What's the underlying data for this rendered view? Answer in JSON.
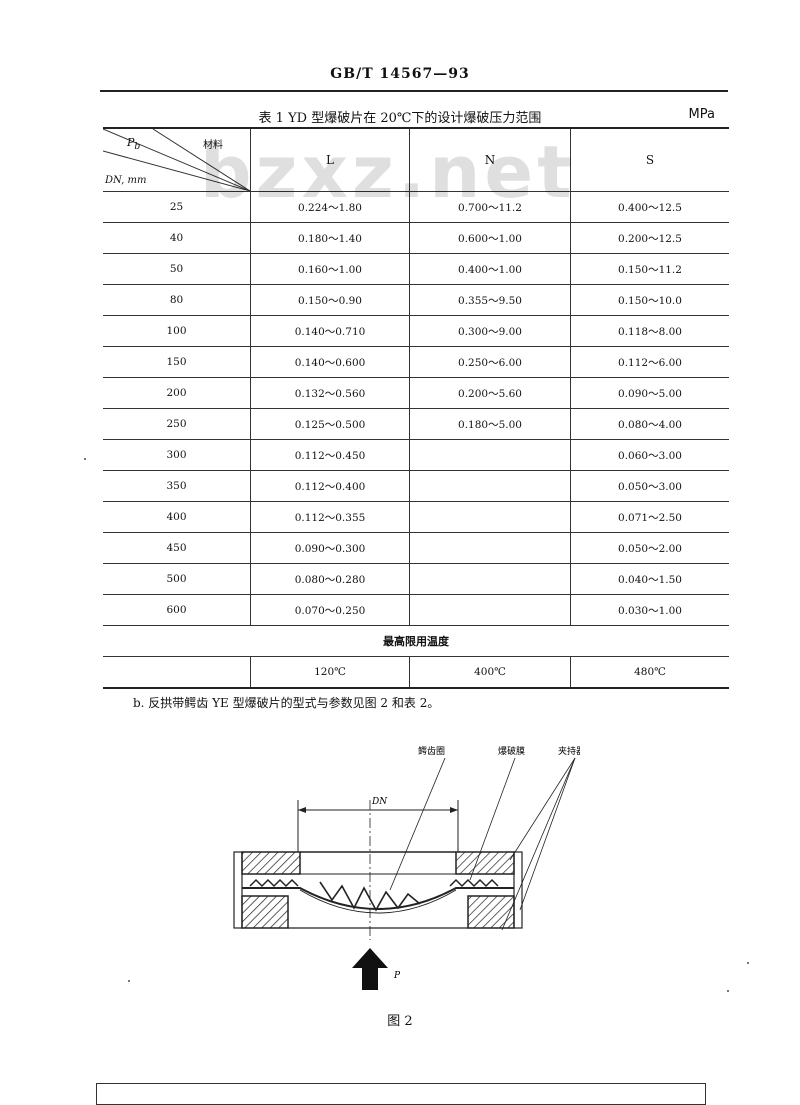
{
  "header": {
    "standard_number": "GB/T 14567—93"
  },
  "table": {
    "caption": "表 1   YD 型爆破片在 20℃下的设计爆破压力范围",
    "unit": "MPa",
    "corner": {
      "pressure_label": "P",
      "pressure_sub": "b",
      "material_label": "材料",
      "dn_label": "DN, mm"
    },
    "columns": [
      "L",
      "N",
      "S"
    ],
    "rows": [
      {
        "dn": "25",
        "L": "0.224～1.80",
        "N": "0.700～11.2",
        "S": "0.400～12.5"
      },
      {
        "dn": "40",
        "L": "0.180～1.40",
        "N": "0.600～1.00",
        "S": "0.200～12.5"
      },
      {
        "dn": "50",
        "L": "0.160～1.00",
        "N": "0.400～1.00",
        "S": "0.150～11.2"
      },
      {
        "dn": "80",
        "L": "0.150～0.90",
        "N": "0.355～9.50",
        "S": "0.150～10.0"
      },
      {
        "dn": "100",
        "L": "0.140～0.710",
        "N": "0.300～9.00",
        "S": "0.118～8.00"
      },
      {
        "dn": "150",
        "L": "0.140～0.600",
        "N": "0.250～6.00",
        "S": "0.112～6.00"
      },
      {
        "dn": "200",
        "L": "0.132～0.560",
        "N": "0.200～5.60",
        "S": "0.090～5.00"
      },
      {
        "dn": "250",
        "L": "0.125～0.500",
        "N": "0.180～5.00",
        "S": "0.080～4.00"
      },
      {
        "dn": "300",
        "L": "0.112～0.450",
        "N": "",
        "S": "0.060～3.00"
      },
      {
        "dn": "350",
        "L": "0.112～0.400",
        "N": "",
        "S": "0.050～3.00"
      },
      {
        "dn": "400",
        "L": "0.112～0.355",
        "N": "",
        "S": "0.071～2.50"
      },
      {
        "dn": "450",
        "L": "0.090～0.300",
        "N": "",
        "S": "0.050～2.00"
      },
      {
        "dn": "500",
        "L": "0.080～0.280",
        "N": "",
        "S": "0.040～1.50"
      },
      {
        "dn": "600",
        "L": "0.070～0.250",
        "N": "",
        "S": "0.030～1.00"
      }
    ],
    "max_temp_label": "最高限用温度",
    "max_temps": {
      "L": "120℃",
      "N": "400℃",
      "S": "480℃"
    }
  },
  "watermark": "bzxz.net",
  "note_b": "b.    反拱带鳄齿 YE 型爆破片的型式与参数见图 2 和表 2。",
  "figure": {
    "labels": {
      "teeth": "鳄齿圈",
      "disc": "爆破膜",
      "holder": "夹持器",
      "dn": "DN",
      "pressure": "P"
    },
    "caption": "图 2"
  }
}
